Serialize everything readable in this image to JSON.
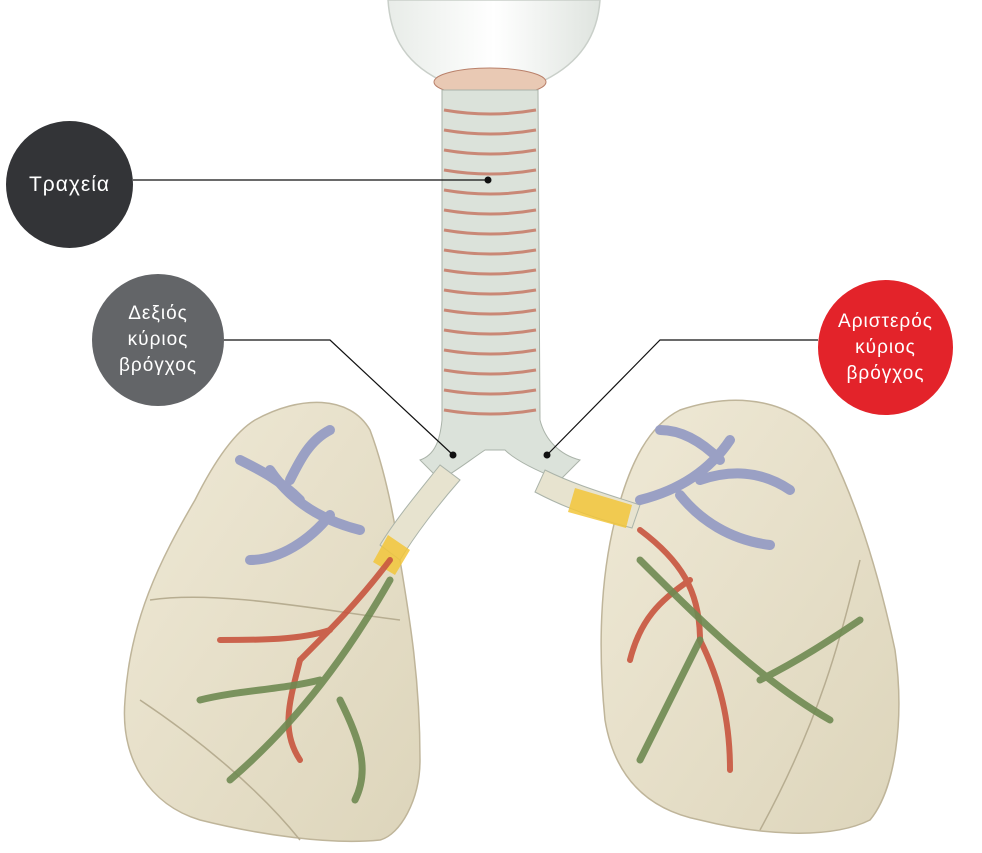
{
  "labels": {
    "trachea": "Τραχεία",
    "right_main_bronchus": "Δεξιός\nκύριος\nβρόγχος",
    "left_main_bronchus": "Αριστερός\nκύριος\nβρόγχος"
  },
  "colors": {
    "trachea_bubble": "#333437",
    "right_bronchus_bubble": "#636568",
    "left_bronchus_bubble": "#e3232a",
    "lung_tissue": "#e9e3cf",
    "bronchial_tree": "#9aa0c4",
    "pulmonary_artery": "#c8553f",
    "pulmonary_vein": "#6f8a52",
    "cartilage_ring": "#dfe5dd",
    "bronchus_highlight": "#f2c63a"
  },
  "icons": [
    "anatomical-illustration"
  ]
}
